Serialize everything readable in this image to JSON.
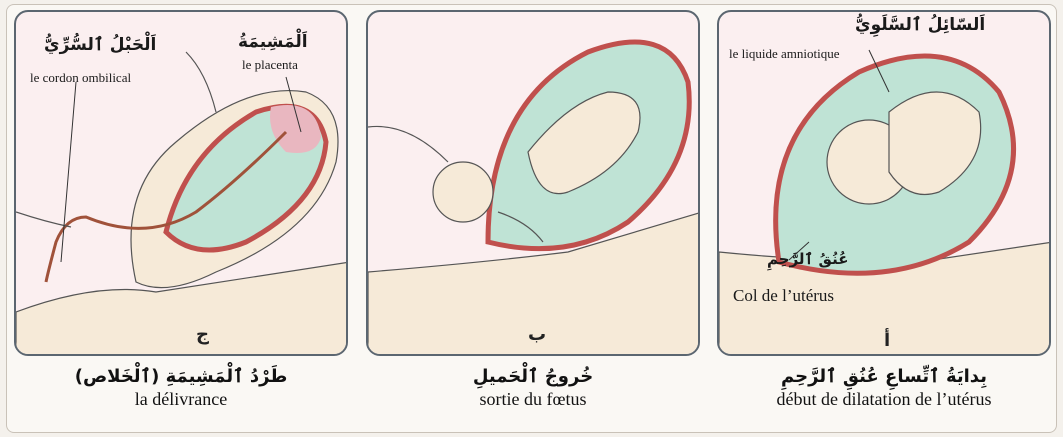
{
  "panels": [
    {
      "letter": "ج",
      "labels": {
        "cord_ar": "اَلْحَبْلُ ٱلسُّرِّيُّ",
        "cord_fr": "le cordon ombilical",
        "placenta_ar": "اَلْمَشِيمَةُ",
        "placenta_fr": "le placenta"
      },
      "caption_ar": "طَرْدُ ٱلْمَشِيمَةِ (ٱلْخَلاص)",
      "caption_fr": "la délivrance"
    },
    {
      "letter": "ب",
      "caption_ar": "خُروجُ ٱلْحَميلِ",
      "caption_fr": "sortie du fœtus"
    },
    {
      "letter": "أ",
      "labels": {
        "fluid_ar": "اَلسّائِلُ ٱلسَّلَوِيُّ",
        "fluid_fr": "le liquide amniotique",
        "cervix_ar": "عُنُقُ ٱلرَّحِمِ",
        "cervix_fr": "Col de l’utérus"
      },
      "caption_ar": "بِدايَةُ ٱتِّساعِ عُنُقِ ٱلرَّحِمِ",
      "caption_fr": "début de dilatation de l’utérus"
    }
  ],
  "colors": {
    "uterus_wall": "#c0504d",
    "fluid": "#bfe3d5",
    "skin": "#f6ead8",
    "background": "#fbeff0",
    "outline": "#5b6670"
  }
}
